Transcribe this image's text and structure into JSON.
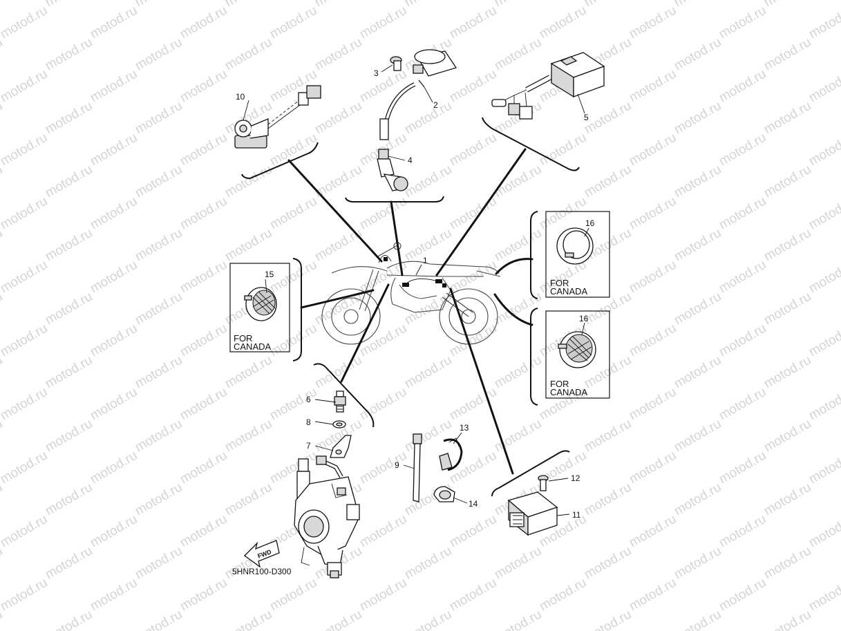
{
  "watermark": "motod.ru",
  "diagram_code": "5HNR100-D300",
  "fwd_label": "FWD",
  "callouts": [
    "1",
    "2",
    "3",
    "4",
    "5",
    "6",
    "7",
    "8",
    "9",
    "10",
    "11",
    "12",
    "13",
    "14",
    "15",
    "16",
    "16"
  ],
  "boxes": {
    "box15": {
      "number": "15",
      "line1": "FOR",
      "line2": "CANADA"
    },
    "box16a": {
      "number": "16",
      "line1": "FOR",
      "line2": "CANADA"
    },
    "box16b": {
      "number": "16",
      "line1": "FOR",
      "line2": "CANADA"
    }
  }
}
